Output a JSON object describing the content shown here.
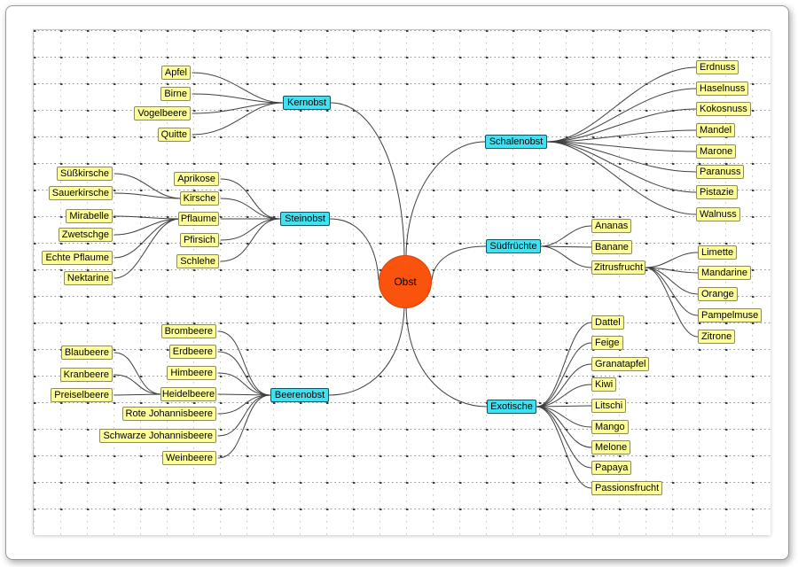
{
  "tree": {
    "label": "Obst",
    "branches": [
      {
        "label": "Kernobst",
        "side": "left",
        "children": [
          {
            "label": "Apfel"
          },
          {
            "label": "Birne"
          },
          {
            "label": "Vogelbeere"
          },
          {
            "label": "Quitte"
          }
        ]
      },
      {
        "label": "Steinobst",
        "side": "left",
        "children": [
          {
            "label": "Aprikose"
          },
          {
            "label": "Kirsche",
            "children": [
              {
                "label": "Süßkirsche"
              },
              {
                "label": "Sauerkirsche"
              }
            ]
          },
          {
            "label": "Pflaume",
            "children": [
              {
                "label": "Mirabelle"
              },
              {
                "label": "Zwetschge"
              },
              {
                "label": "Echte Pflaume"
              },
              {
                "label": "Nektarine"
              }
            ]
          },
          {
            "label": "Pfirsich"
          },
          {
            "label": "Schlehe"
          }
        ]
      },
      {
        "label": "Beerenobst",
        "side": "left",
        "children": [
          {
            "label": "Brombeere"
          },
          {
            "label": "Erdbeere"
          },
          {
            "label": "Himbeere"
          },
          {
            "label": "Heidelbeere",
            "children": [
              {
                "label": "Blaubeere"
              },
              {
                "label": "Kranbeere"
              },
              {
                "label": "Preiselbeere"
              }
            ]
          },
          {
            "label": "Rote Johannisbeere"
          },
          {
            "label": "Schwarze Johannisbeere"
          },
          {
            "label": "Weinbeere"
          }
        ]
      },
      {
        "label": "Schalenobst",
        "side": "right",
        "children": [
          {
            "label": "Erdnuss"
          },
          {
            "label": "Haselnuss"
          },
          {
            "label": "Kokosnuss"
          },
          {
            "label": "Mandel"
          },
          {
            "label": "Marone"
          },
          {
            "label": "Paranuss"
          },
          {
            "label": "Pistazie"
          },
          {
            "label": "Walnuss"
          }
        ]
      },
      {
        "label": "Südfrüchte",
        "side": "right",
        "children": [
          {
            "label": "Ananas"
          },
          {
            "label": "Banane"
          },
          {
            "label": "Zitrusfrucht",
            "children": [
              {
                "label": "Limette"
              },
              {
                "label": "Mandarine"
              },
              {
                "label": "Orange"
              },
              {
                "label": "Pampelmuse"
              },
              {
                "label": "Zitrone"
              }
            ]
          }
        ]
      },
      {
        "label": "Exotische",
        "side": "right",
        "children": [
          {
            "label": "Dattel"
          },
          {
            "label": "Feige"
          },
          {
            "label": "Granatapfel"
          },
          {
            "label": "Kiwi"
          },
          {
            "label": "Litschi"
          },
          {
            "label": "Mango"
          },
          {
            "label": "Melone"
          },
          {
            "label": "Papaya"
          },
          {
            "label": "Passionsfrucht"
          }
        ]
      }
    ]
  },
  "colors": {
    "root_fill": "#fa530e",
    "category_fill": "#3fe2f2",
    "leaf_fill": "#ffff99",
    "connector": "#3f3f3f"
  }
}
